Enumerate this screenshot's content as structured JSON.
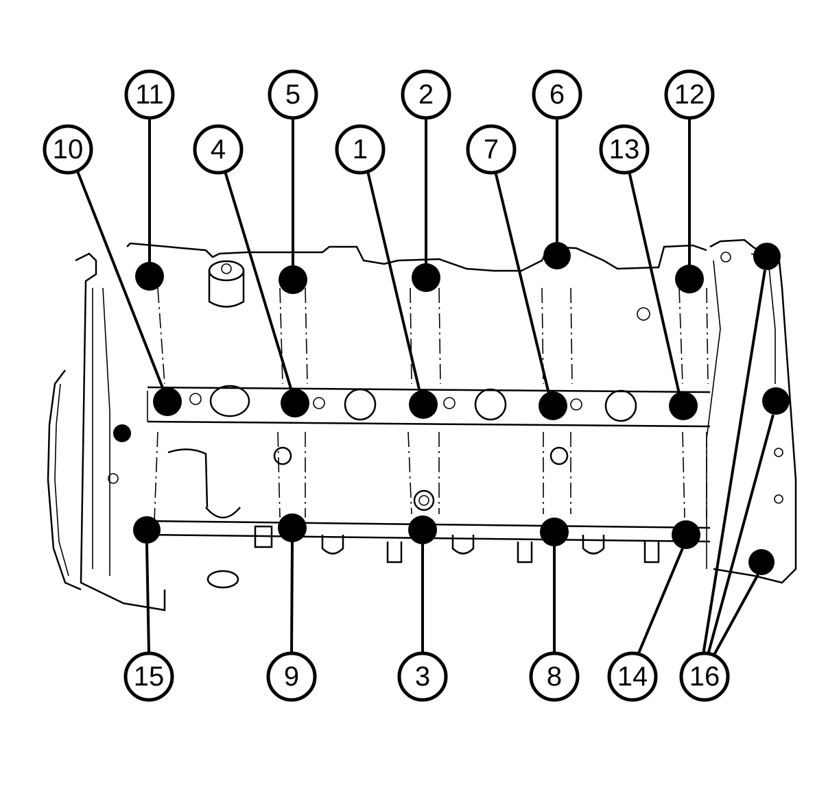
{
  "figure": {
    "type": "bolt-tightening-sequence",
    "subject": "camshaft-cover"
  },
  "callouts": [
    {
      "id": "c11",
      "label": "11"
    },
    {
      "id": "c5",
      "label": "5"
    },
    {
      "id": "c2",
      "label": "2"
    },
    {
      "id": "c6",
      "label": "6"
    },
    {
      "id": "c12",
      "label": "12"
    },
    {
      "id": "c10",
      "label": "10"
    },
    {
      "id": "c4",
      "label": "4"
    },
    {
      "id": "c1",
      "label": "1"
    },
    {
      "id": "c7",
      "label": "7"
    },
    {
      "id": "c13",
      "label": "13"
    },
    {
      "id": "c15",
      "label": "15"
    },
    {
      "id": "c9",
      "label": "9"
    },
    {
      "id": "c3",
      "label": "3"
    },
    {
      "id": "c8",
      "label": "8"
    },
    {
      "id": "c14",
      "label": "14"
    },
    {
      "id": "c16",
      "label": "16"
    }
  ]
}
